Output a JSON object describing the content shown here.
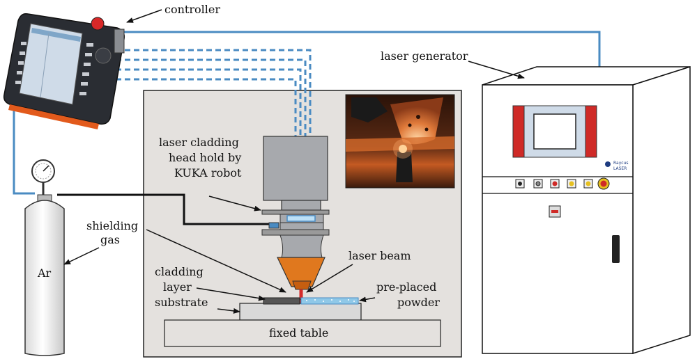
{
  "labels": {
    "controller": "controller",
    "laser_generator": "laser generator",
    "head_line1": "laser cladding",
    "head_line2": "head hold by",
    "head_line3": "KUKA robot",
    "shielding_line1": "shielding",
    "shielding_line2": "gas",
    "ar": "Ar",
    "laser_beam": "laser beam",
    "cladding_line1": "cladding",
    "cladding_line2": "layer",
    "substrate": "substrate",
    "preplaced_line1": "pre-placed",
    "preplaced_line2": "powder",
    "fixed_table": "fixed table"
  },
  "colors": {
    "fiber_line": "#4a8bc2",
    "gas_line": "#111111",
    "nozzle": "#e0781e",
    "generator_accent": "#cf2a27",
    "panel_bg": "#e4e1de",
    "powder": "#8fc8e8",
    "cladding_bead": "#d42a2a",
    "screen": "#cfdbe8"
  },
  "icons": {
    "controller": "teach-pendant-icon",
    "gas_cylinder": "argon-cylinder-icon",
    "pressure_gauge": "pressure-gauge-icon",
    "laser_generator": "laser-cabinet-icon",
    "photo": "cladding-process-photo"
  }
}
